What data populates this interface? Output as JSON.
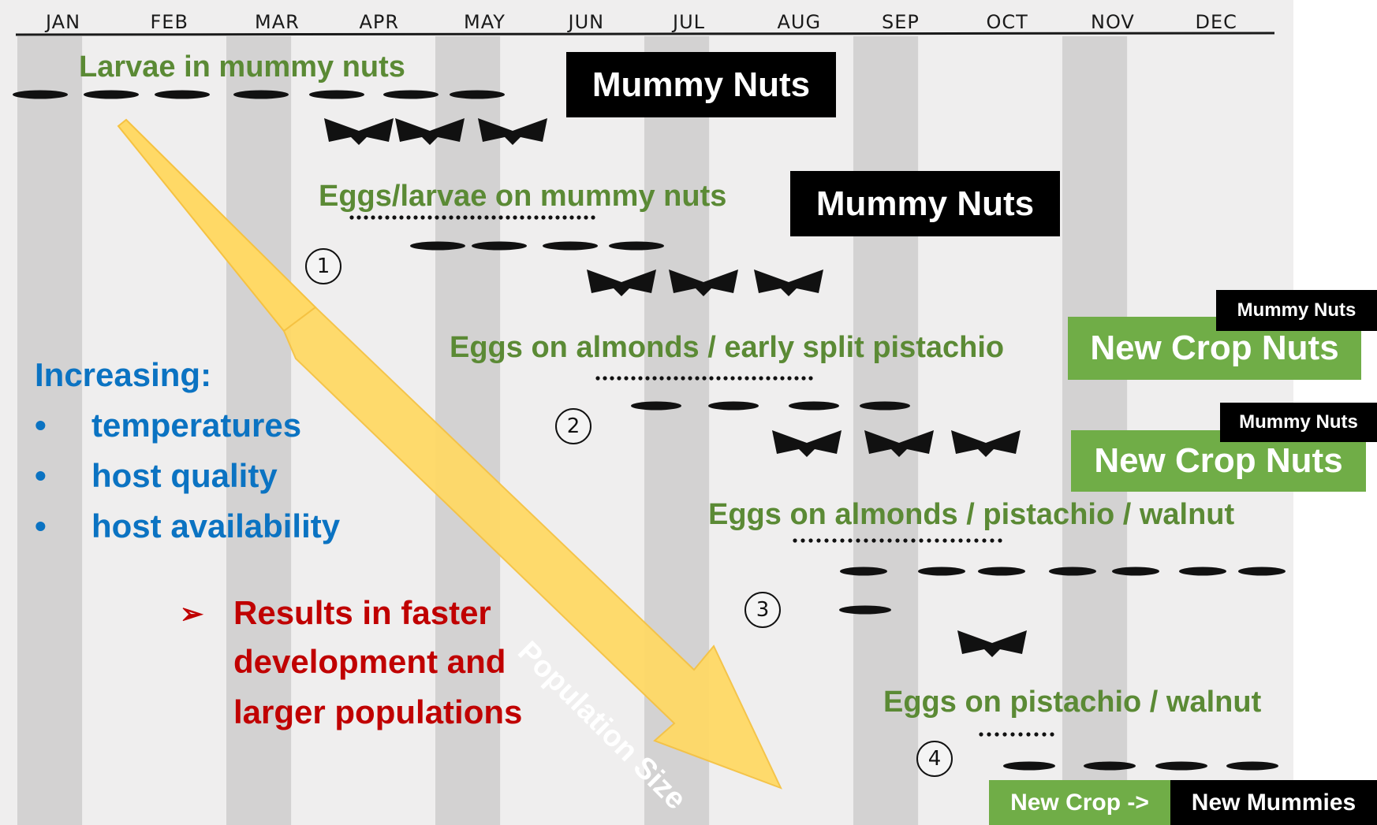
{
  "months": [
    "JAN",
    "FEB",
    "MAR",
    "APR",
    "MAY",
    "JUN",
    "JUL",
    "AUG",
    "SEP",
    "OCT",
    "NOV",
    "DEC"
  ],
  "labels": {
    "larvae_mummy": "Larvae in mummy nuts",
    "eggs_larvae_mummy": "Eggs/larvae on mummy nuts",
    "eggs_almonds_early": "Eggs on almonds / early split pistachio",
    "eggs_almonds_walnut": "Eggs on almonds / pistachio / walnut",
    "eggs_pistachio_walnut": "Eggs on pistachio / walnut"
  },
  "badges": {
    "mummy_1": "Mummy Nuts",
    "mummy_2": "Mummy Nuts",
    "mummy_small_1": "Mummy Nuts",
    "new_crop_1": "New Crop Nuts",
    "mummy_small_2": "Mummy Nuts",
    "new_crop_2": "New Crop Nuts",
    "new_crop_arrow": "New Crop ->",
    "new_mummies": "New Mummies"
  },
  "generations": [
    "1",
    "2",
    "3",
    "4"
  ],
  "factors": {
    "heading": "Increasing:",
    "items": [
      "temperatures",
      "host quality",
      "host availability"
    ]
  },
  "result": {
    "marker": "➢",
    "lines": [
      "Results in faster",
      "development and",
      "larger populations"
    ]
  },
  "arrow_label": "Population Size",
  "colors": {
    "green_text": "#5b8a35",
    "blue_text": "#0b73c2",
    "red_text": "#c00000",
    "badge_green": "#70ad47",
    "arrow_fill": "#ffd966"
  }
}
